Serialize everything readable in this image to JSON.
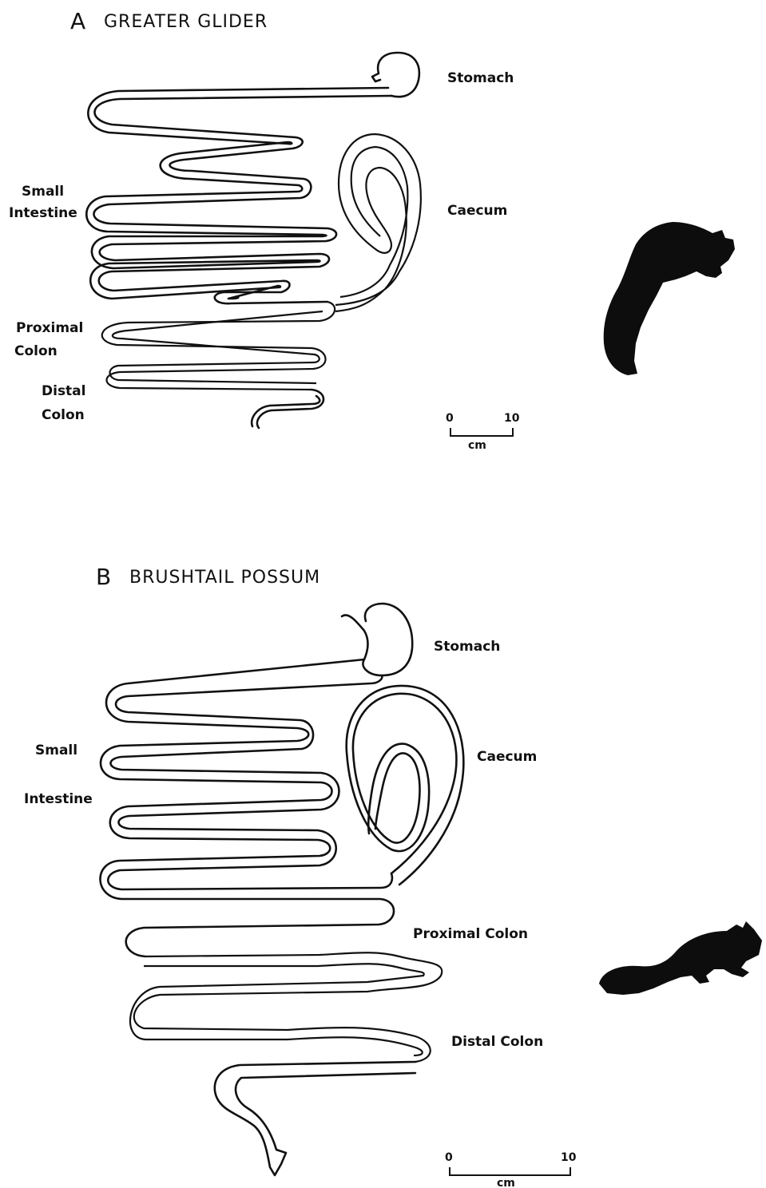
{
  "panel_a": {
    "letter": "A",
    "title": "GREATER GLIDER",
    "labels": {
      "stomach": "Stomach",
      "small_1": "Small",
      "small_2": "Intestine",
      "caecum": "Caecum",
      "proximal_1": "Proximal",
      "proximal_2": "Colon",
      "distal_1": "Distal",
      "distal_2": "Colon"
    },
    "scale": {
      "min": "0",
      "max": "10",
      "unit": "cm"
    },
    "animal_icon": "greater-glider-silhouette"
  },
  "panel_b": {
    "letter": "B",
    "title": "BRUSHTAIL POSSUM",
    "labels": {
      "stomach": "Stomach",
      "small_1": "Small",
      "small_2": "Intestine",
      "caecum": "Caecum",
      "proximal": "Proximal Colon",
      "distal": "Distal Colon"
    },
    "scale": {
      "min": "0",
      "max": "10",
      "unit": "cm"
    },
    "animal_icon": "brushtail-possum-silhouette"
  }
}
